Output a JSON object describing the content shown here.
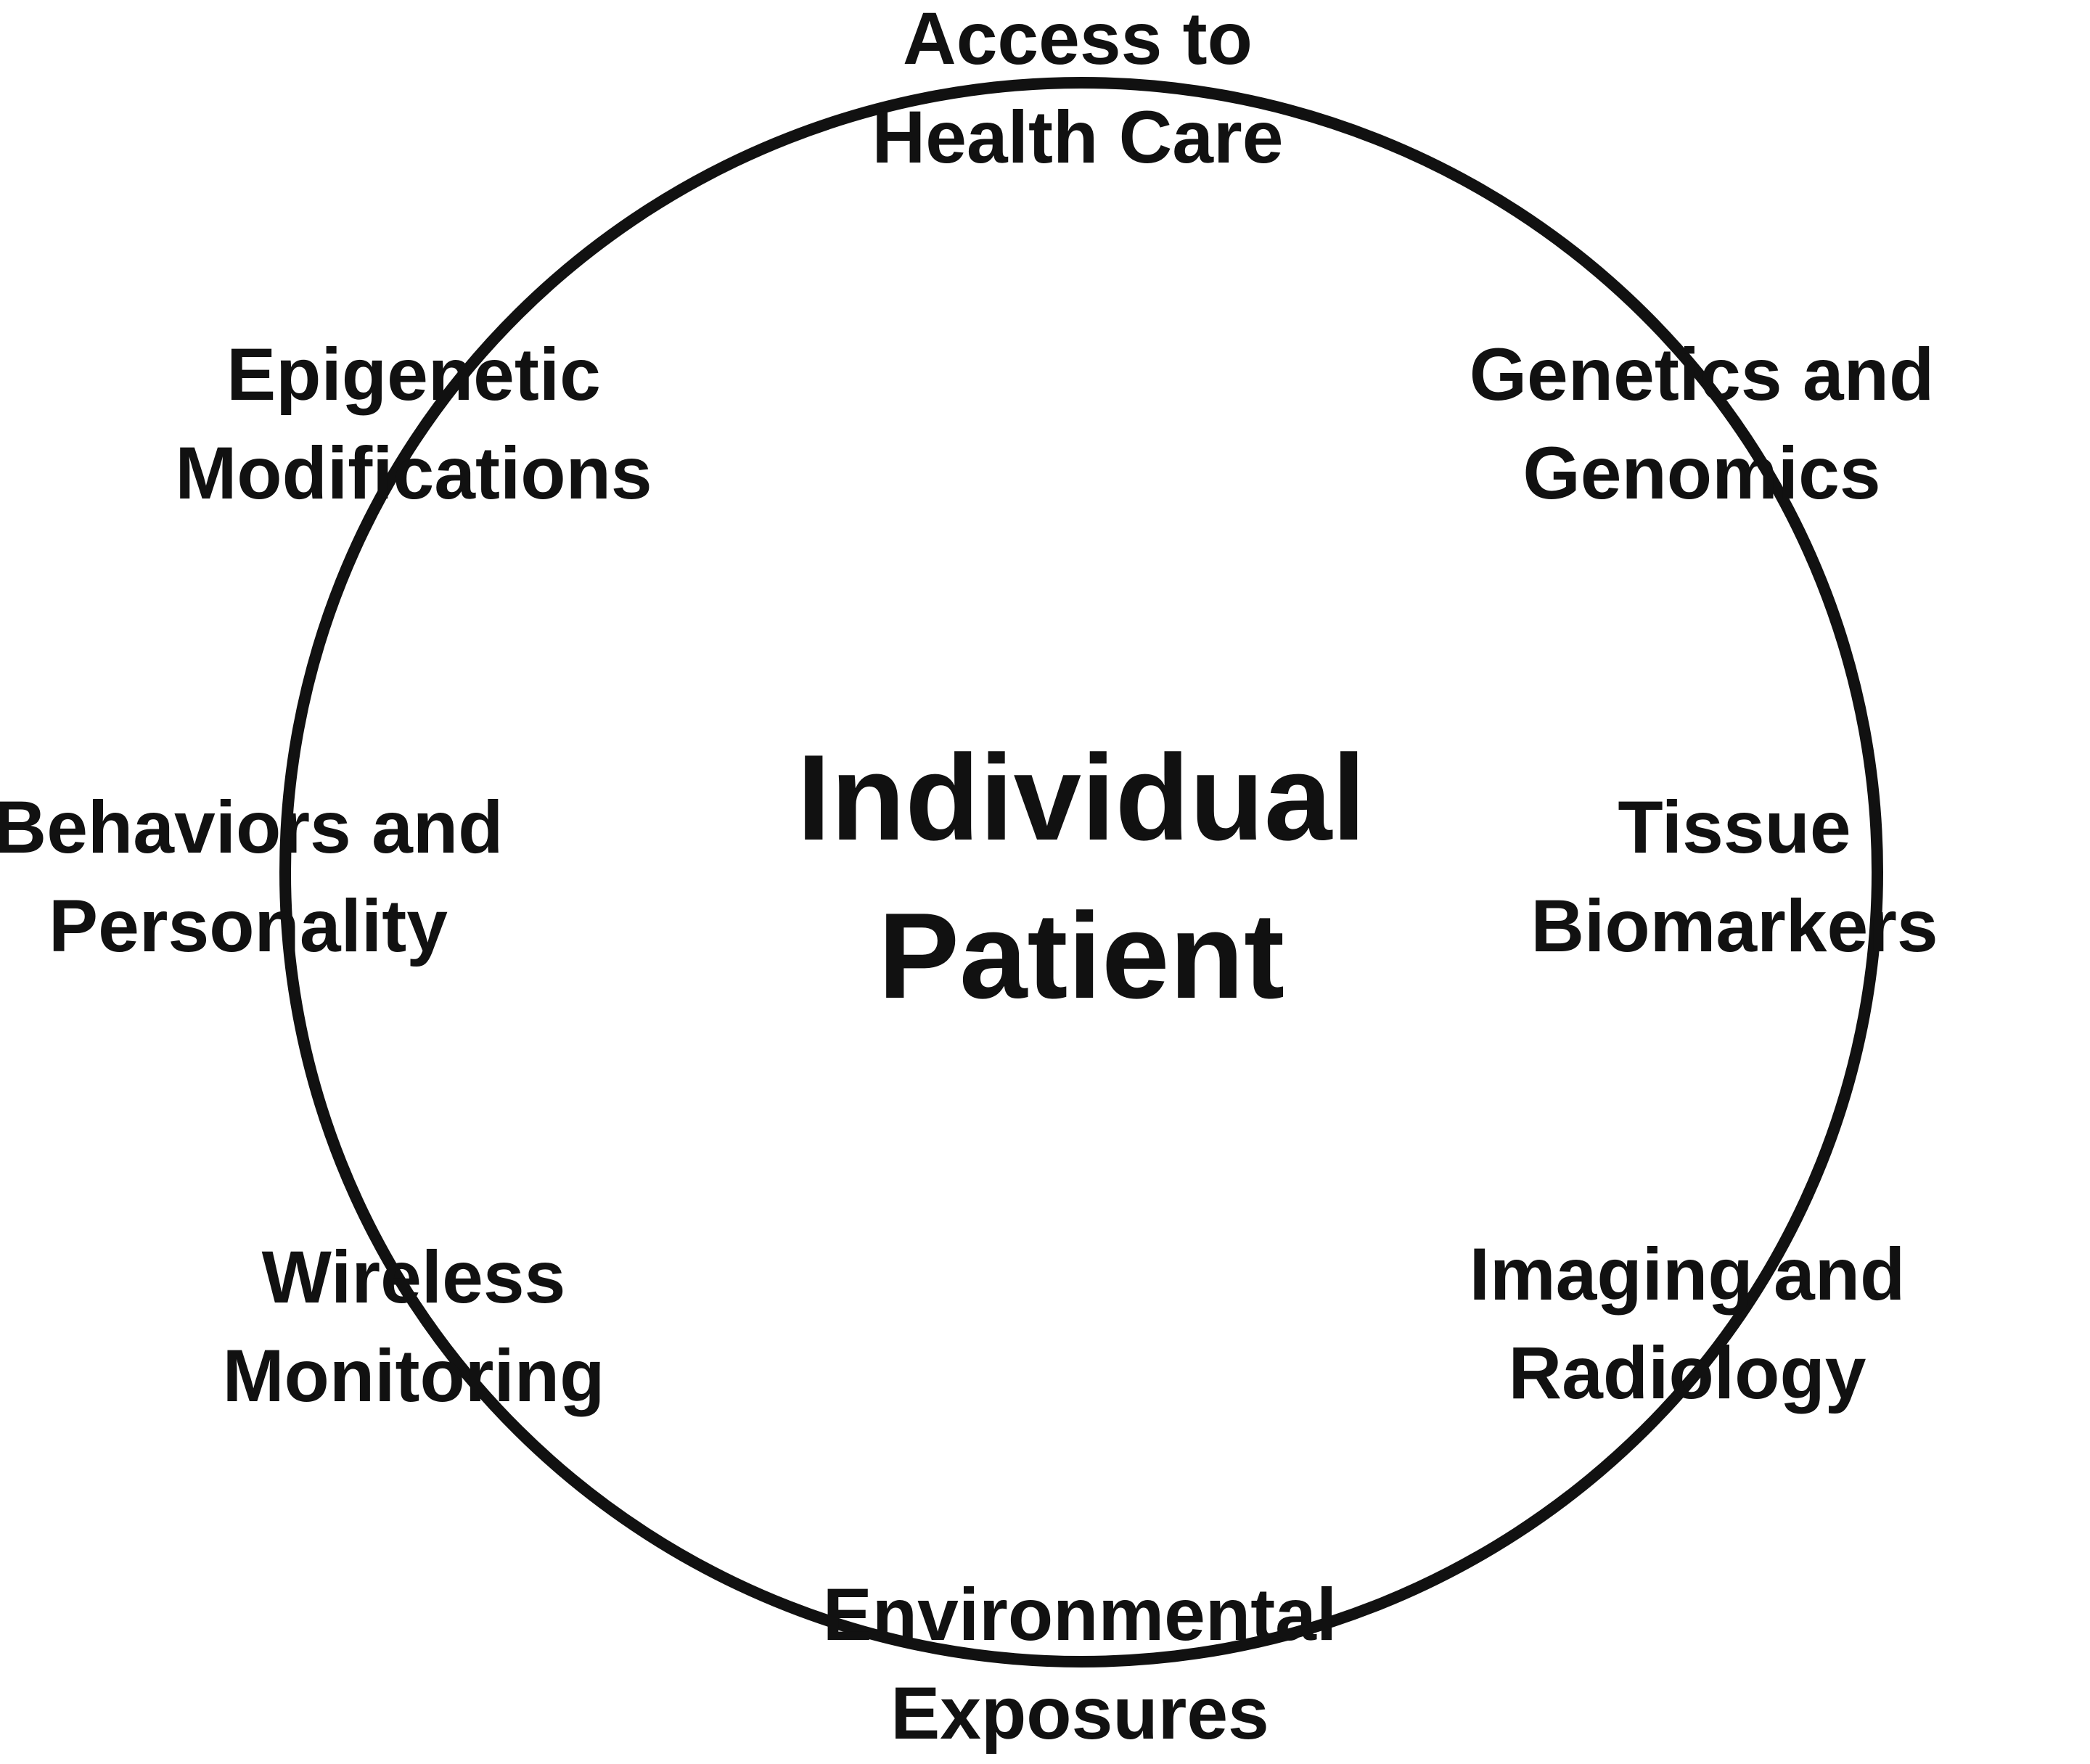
{
  "diagram": {
    "center": {
      "line1": "Individual",
      "line2": "Patient"
    },
    "factors": {
      "access": {
        "line1": "Access to",
        "line2": "Health Care"
      },
      "genetics": {
        "line1": "Genetics and",
        "line2": "Genomics"
      },
      "tissue": {
        "line1": "Tissue",
        "line2": "Biomarkers"
      },
      "imaging": {
        "line1": "Imaging and",
        "line2": "Radiology"
      },
      "environmental": {
        "line1": "Environmental",
        "line2": "Exposures"
      },
      "wireless": {
        "line1": "Wireless",
        "line2": "Monitoring"
      },
      "behaviors": {
        "line1": "Behaviors and",
        "line2": "Personality"
      },
      "epigenetic": {
        "line1": "Epigenetic",
        "line2": "Modifications"
      }
    },
    "colors": {
      "ring": "#111111",
      "text": "#111111",
      "background": "#ffffff"
    }
  }
}
